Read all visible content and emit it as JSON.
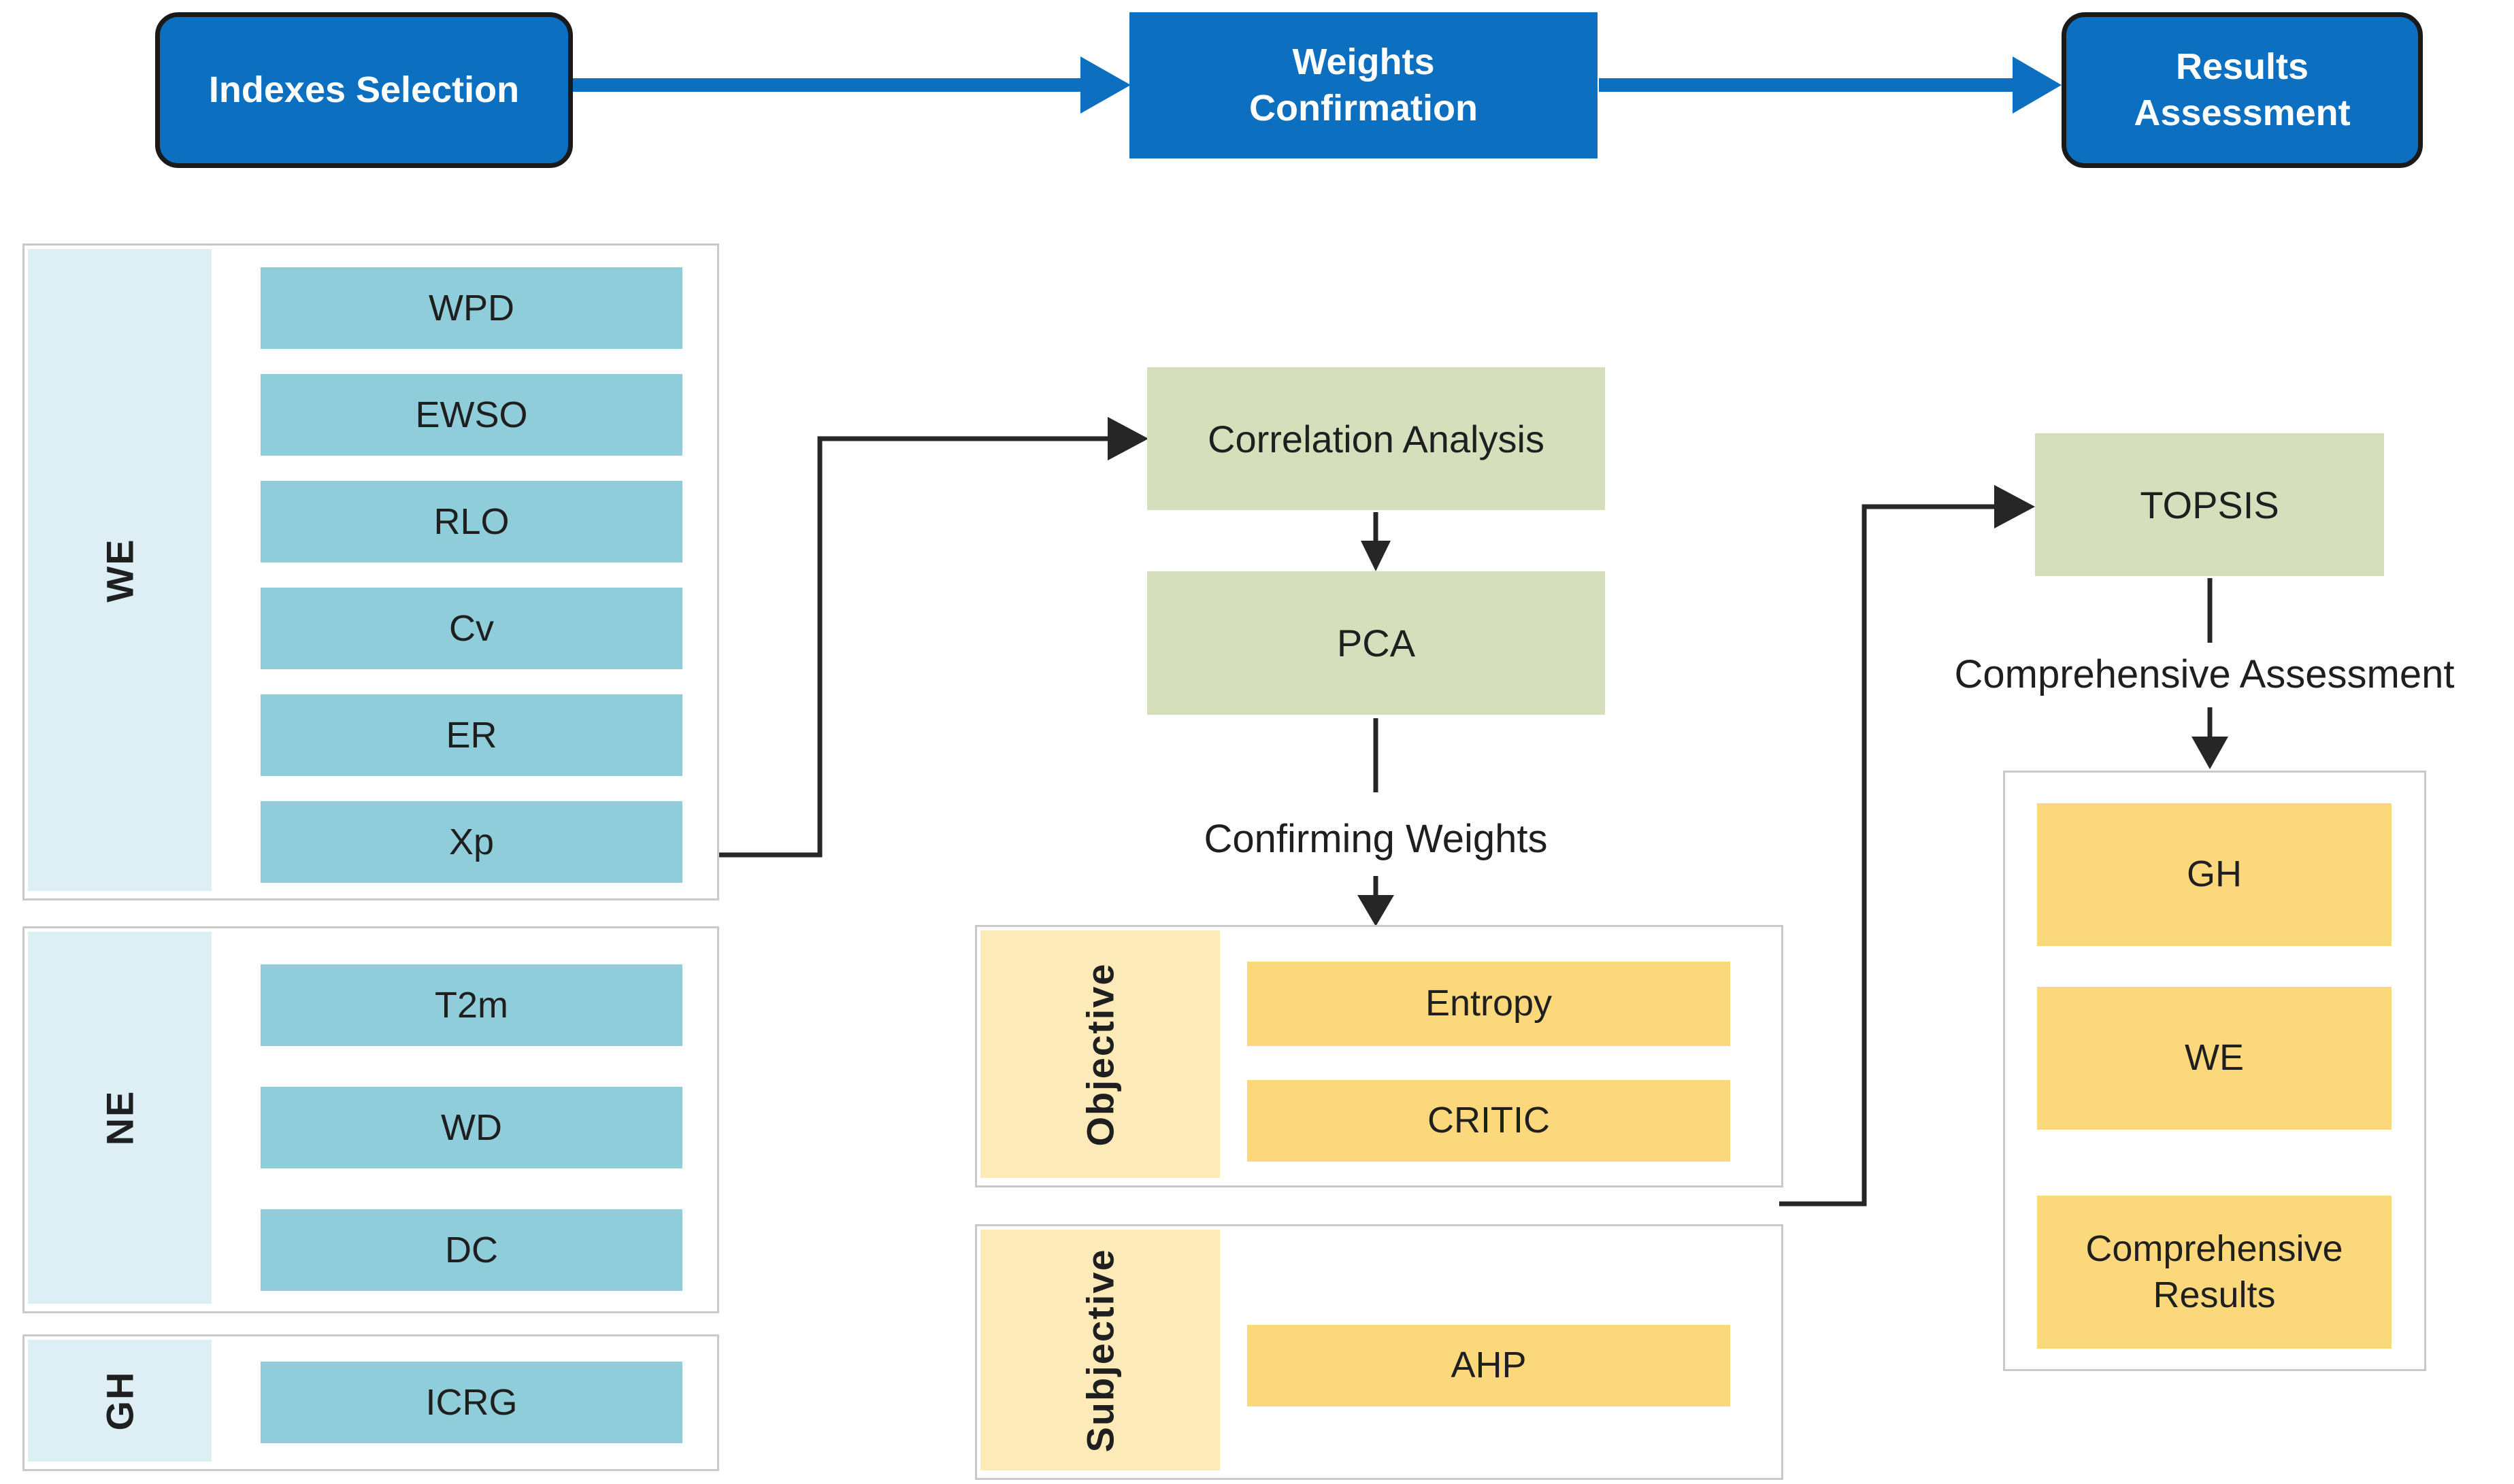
{
  "title": "Indexes-weights-results methodology flowchart",
  "header": {
    "steps": [
      {
        "label": "Indexes Selection"
      },
      {
        "label": "Weights\nConfirmation"
      },
      {
        "label": "Results\nAssessment"
      }
    ]
  },
  "indexes_panel": {
    "groups": [
      {
        "label": "WE",
        "items": [
          "WPD",
          "EWSO",
          "RLO",
          "Cv",
          "ER",
          "Xp"
        ]
      },
      {
        "label": "NE",
        "items": [
          "T2m",
          "WD",
          "DC"
        ]
      },
      {
        "label": "GH",
        "items": [
          "ICRG"
        ]
      }
    ]
  },
  "weights_panel": {
    "correlation_label": "Correlation Analysis",
    "pca_label": "PCA",
    "confirming_label": "Confirming Weights",
    "categories": [
      {
        "label": "Objective",
        "methods": [
          "Entropy",
          "CRITIC"
        ]
      },
      {
        "label": "Subjective",
        "methods": [
          "AHP"
        ]
      }
    ]
  },
  "results_panel": {
    "topsis_label": "TOPSIS",
    "assessment_label": "Comprehensive Assessment",
    "outputs": [
      "GH",
      "WE",
      "Comprehensive Results"
    ]
  },
  "colors": {
    "accent_blue": "#0d6fc0",
    "box_green": "#d6dfbc",
    "box_gold": "#fcd87d",
    "strip_gold": "#fdeab9",
    "box_light_blue": "#8ecdd9",
    "strip_light_blue": "#ddeef4",
    "panel_border": "#c9c9c9",
    "line_black": "#262626"
  }
}
